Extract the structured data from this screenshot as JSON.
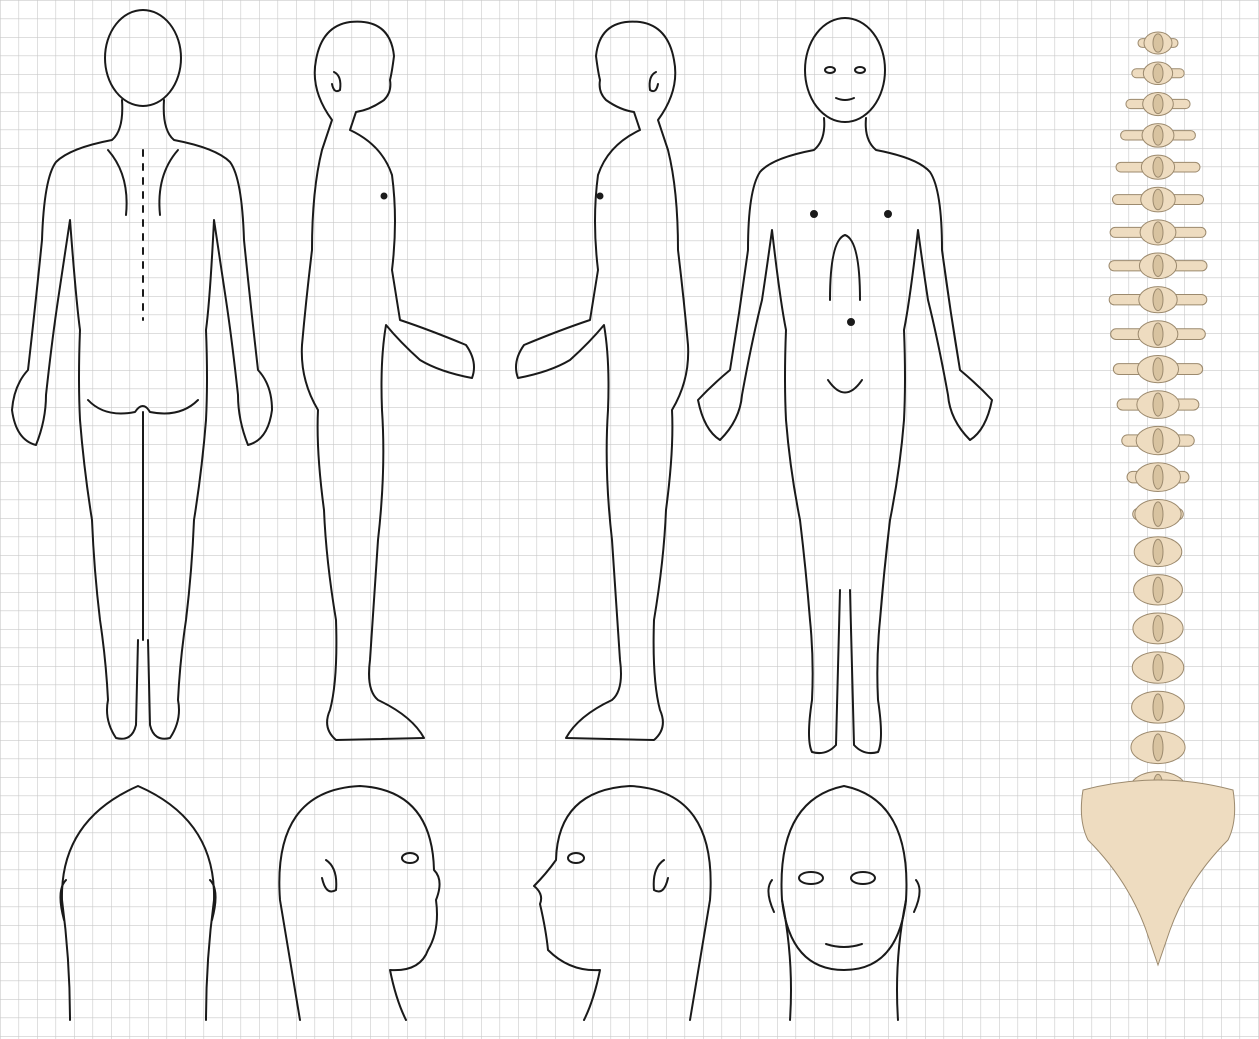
{
  "colors": {
    "grid": "#c9c9c9",
    "background": "#ffffff",
    "outline": "#1a1a1a",
    "bone_fill": "#eedcc0",
    "bone_stroke": "#9c8a6e"
  },
  "views": [
    "body-back",
    "body-side-right",
    "body-side-left",
    "body-front",
    "spine"
  ],
  "head_views": [
    "head-back",
    "head-side-right",
    "head-side-left",
    "head-front"
  ]
}
